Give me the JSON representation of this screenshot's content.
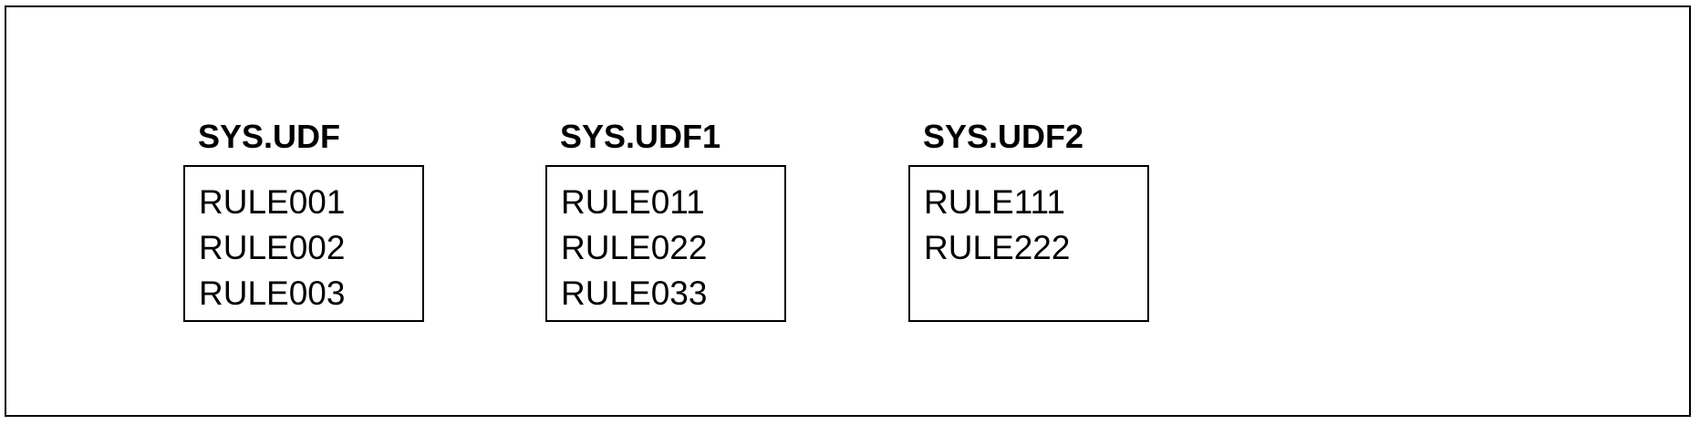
{
  "groups": [
    {
      "title": "SYS.UDF",
      "items": [
        "RULE001",
        "RULE002",
        "RULE003"
      ]
    },
    {
      "title": "SYS.UDF1",
      "items": [
        "RULE011",
        "RULE022",
        "RULE033"
      ]
    },
    {
      "title": "SYS.UDF2",
      "items": [
        "RULE111",
        "RULE222"
      ]
    }
  ]
}
